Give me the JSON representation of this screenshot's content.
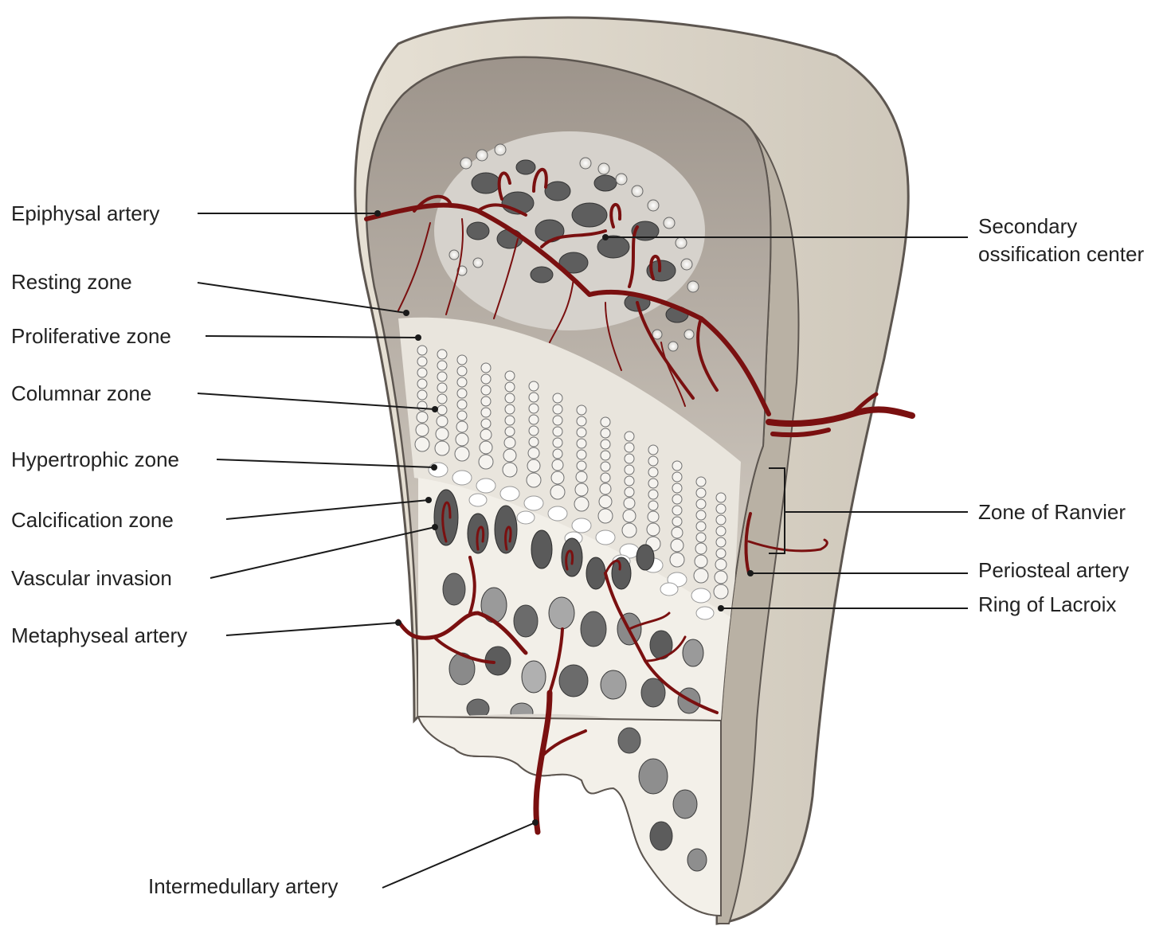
{
  "labels": {
    "epiphysal_artery": "Epiphysal artery",
    "resting_zone": "Resting zone",
    "proliferative_zone": "Proliferative zone",
    "columnar_zone": "Columnar zone",
    "hypertrophic_zone": "Hypertrophic zone",
    "calcification_zone": "Calcification zone",
    "vascular_invasion": "Vascular invasion",
    "metaphyseal_artery": "Metaphyseal artery",
    "intermedullary_artery": "Intermedullary artery",
    "secondary_ossification_line1": "Secondary",
    "secondary_ossification_line2": "ossification center",
    "zone_of_ranvier": "Zone of Ranvier",
    "periosteal_artery": "Periosteal artery",
    "ring_of_lacroix": "Ring of Lacroix"
  },
  "colors": {
    "artery": "#7a1010",
    "bone_outer": "#d8d2c6",
    "bone_cut_top": "#a8a096",
    "cartilage": "#ece8e0",
    "trabecula_dark": "#6a6a6a"
  }
}
